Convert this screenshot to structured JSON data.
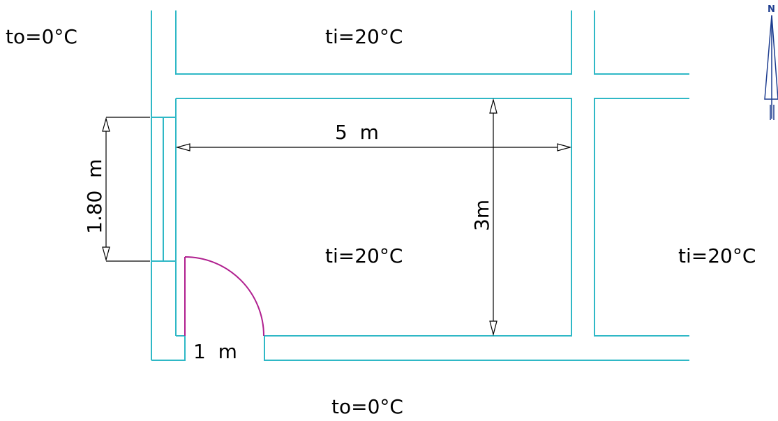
{
  "labels": {
    "outside_top_left": "to=0°C",
    "room_top": "ti=20°C",
    "room_main": "ti=20°C",
    "room_right": "ti=20°C",
    "outside_bottom": "to=0°C"
  },
  "dimensions": {
    "width": "5  m",
    "height": "3m",
    "window": "1.80  m",
    "door": "1  m"
  },
  "compass": {
    "letter": "N",
    "icon": "north-arrow-icon"
  },
  "colors": {
    "walls": "#2fb8c6",
    "door": "#b0208f",
    "dimension_lines": "#000000",
    "north_arrow": "#1d3c8f"
  }
}
